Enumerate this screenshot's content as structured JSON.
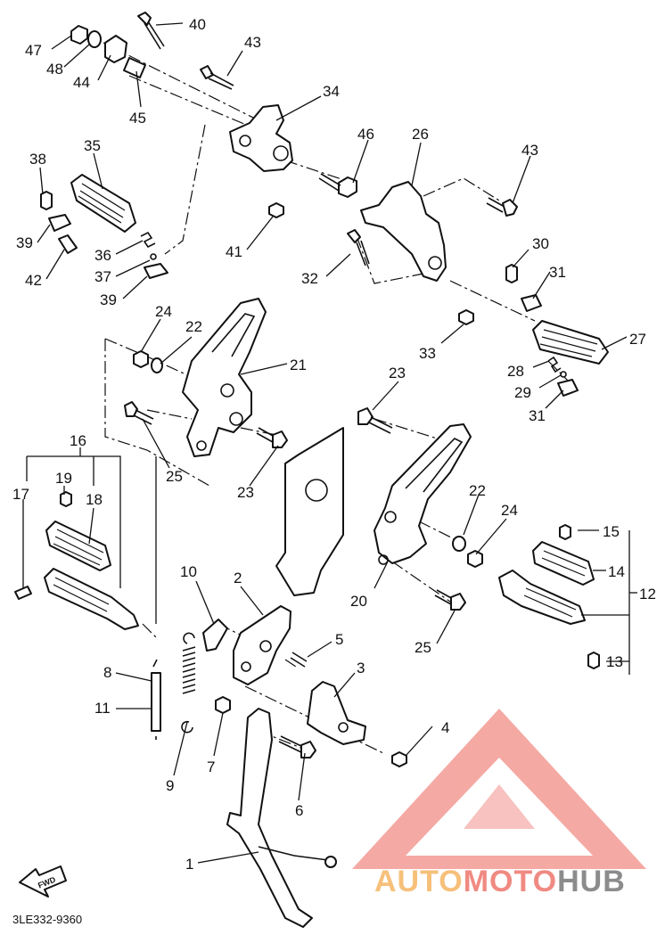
{
  "labels": [
    {
      "id": "47",
      "text": "47"
    },
    {
      "id": "48",
      "text": "48"
    },
    {
      "id": "44",
      "text": "44"
    },
    {
      "id": "45",
      "text": "45"
    },
    {
      "id": "40",
      "text": "40"
    },
    {
      "id": "43a",
      "text": "43"
    },
    {
      "id": "34",
      "text": "34"
    },
    {
      "id": "35",
      "text": "35"
    },
    {
      "id": "38",
      "text": "38"
    },
    {
      "id": "39a",
      "text": "39"
    },
    {
      "id": "42",
      "text": "42"
    },
    {
      "id": "36",
      "text": "36"
    },
    {
      "id": "37",
      "text": "37"
    },
    {
      "id": "39b",
      "text": "39"
    },
    {
      "id": "41",
      "text": "41"
    },
    {
      "id": "46",
      "text": "46"
    },
    {
      "id": "26",
      "text": "26"
    },
    {
      "id": "43b",
      "text": "43"
    },
    {
      "id": "30",
      "text": "30"
    },
    {
      "id": "31a",
      "text": "31"
    },
    {
      "id": "32",
      "text": "32"
    },
    {
      "id": "33",
      "text": "33"
    },
    {
      "id": "27",
      "text": "27"
    },
    {
      "id": "28",
      "text": "28"
    },
    {
      "id": "29",
      "text": "29"
    },
    {
      "id": "31b",
      "text": "31"
    },
    {
      "id": "24a",
      "text": "24"
    },
    {
      "id": "22a",
      "text": "22"
    },
    {
      "id": "21",
      "text": "21"
    },
    {
      "id": "25a",
      "text": "25"
    },
    {
      "id": "23a",
      "text": "23"
    },
    {
      "id": "23b",
      "text": "23"
    },
    {
      "id": "16",
      "text": "16"
    },
    {
      "id": "19",
      "text": "19"
    },
    {
      "id": "17",
      "text": "17"
    },
    {
      "id": "18",
      "text": "18"
    },
    {
      "id": "22b",
      "text": "22"
    },
    {
      "id": "24b",
      "text": "24"
    },
    {
      "id": "15",
      "text": "15"
    },
    {
      "id": "14",
      "text": "14"
    },
    {
      "id": "12",
      "text": "12"
    },
    {
      "id": "13",
      "text": "13"
    },
    {
      "id": "20",
      "text": "20"
    },
    {
      "id": "25b",
      "text": "25"
    },
    {
      "id": "10",
      "text": "10"
    },
    {
      "id": "2",
      "text": "2"
    },
    {
      "id": "5",
      "text": "5"
    },
    {
      "id": "3",
      "text": "3"
    },
    {
      "id": "8",
      "text": "8"
    },
    {
      "id": "11",
      "text": "11"
    },
    {
      "id": "9",
      "text": "9"
    },
    {
      "id": "7",
      "text": "7"
    },
    {
      "id": "4",
      "text": "4"
    },
    {
      "id": "6",
      "text": "6"
    },
    {
      "id": "1",
      "text": "1"
    }
  ],
  "fwd_label": "FWD",
  "diagram_code": "3LE332-9360",
  "watermark": {
    "part1": "AUTO",
    "part2": "MOTO",
    "part3": "HUB",
    "color_auto": "#f6c07a",
    "color_moto": "#f08a82",
    "color_hub": "#8c8c8c",
    "color_triangle": "#f4a09a"
  }
}
